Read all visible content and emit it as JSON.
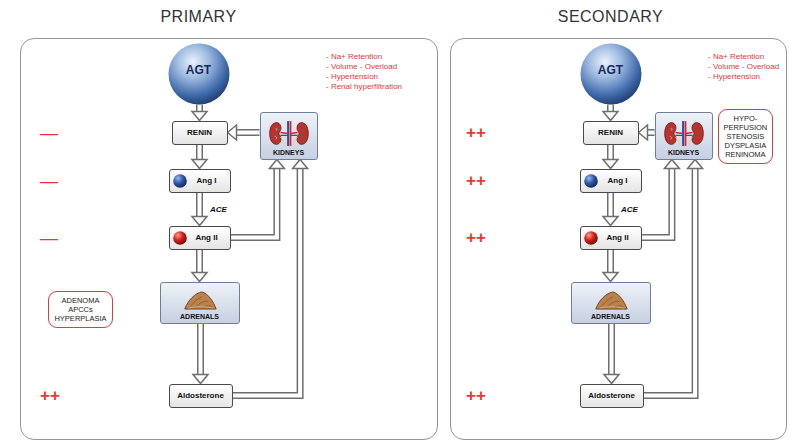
{
  "diagram": {
    "nodes": [
      {
        "text": [
          "PRIMARY"
        ]
      },
      {
        "text": [
          "AGT"
        ],
        "in": 0
      },
      {
        "text": [
          "RENIN"
        ],
        "in": 0
      },
      {
        "text": [
          "Ang I"
        ],
        "in": 0
      },
      {
        "text": [
          "Ang II"
        ],
        "in": 0
      },
      {
        "text": [
          "KIDNEYS"
        ],
        "in": 0
      },
      {
        "text": [
          "ADRENALS"
        ],
        "in": 0
      },
      {
        "text": [
          "Aldosterone"
        ],
        "in": 0
      },
      {
        "text": [
          "ADENOMA APCCs HYPERPLASIA"
        ],
        "in": 0
      },
      {
        "text": [
          "SECONDARY"
        ]
      },
      {
        "text": [
          "AGT"
        ],
        "in": 9
      },
      {
        "text": [
          "RENIN"
        ],
        "in": 9
      },
      {
        "text": [
          "Ang I"
        ],
        "in": 9
      },
      {
        "text": [
          "Ang II"
        ],
        "in": 9
      },
      {
        "text": [
          "KIDNEYS"
        ],
        "in": 9
      },
      {
        "text": [
          "ADRENALS"
        ],
        "in": 9
      },
      {
        "text": [
          "Aldosterone"
        ],
        "in": 9
      },
      {
        "text": [
          "HYPO-PERFUSION STENOSIS DYSPLASIA RENINOMA"
        ],
        "in": 9
      }
    ],
    "edges": [
      {
        "from": 1,
        "to": 2,
        "arrow": "to"
      },
      {
        "from": 2,
        "to": 3,
        "arrow": "to"
      },
      {
        "from": 3,
        "to": 4,
        "arrow": "to"
      },
      {
        "from": 4,
        "to": 6,
        "arrow": "to"
      },
      {
        "from": 6,
        "to": 7,
        "arrow": "to"
      },
      {
        "from": 5,
        "to": 2,
        "arrow": "to"
      },
      {
        "from": 4,
        "to": 5,
        "arrow": "to"
      },
      {
        "from": 7,
        "to": 5,
        "arrow": "to"
      },
      {
        "from": 10,
        "to": 11,
        "arrow": "to"
      },
      {
        "from": 11,
        "to": 12,
        "arrow": "to"
      },
      {
        "from": 12,
        "to": 13,
        "arrow": "to"
      },
      {
        "from": 13,
        "to": 15,
        "arrow": "to"
      },
      {
        "from": 15,
        "to": 16,
        "arrow": "to"
      },
      {
        "from": 14,
        "to": 11,
        "arrow": "to"
      },
      {
        "from": 13,
        "to": 14,
        "arrow": "to"
      },
      {
        "from": 16,
        "to": 14,
        "arrow": "to"
      }
    ],
    "labels": [
      "- Na+ Retention",
      "- Volume - Overload",
      "- Hypertension",
      "- Renal hyperfiltration",
      "—",
      "—",
      "—",
      "ACE",
      "++",
      "- Na+ Retention",
      "- Volume - Overload",
      "- Hypertension",
      "++",
      "++",
      "++",
      "ACE",
      "++"
    ]
  }
}
